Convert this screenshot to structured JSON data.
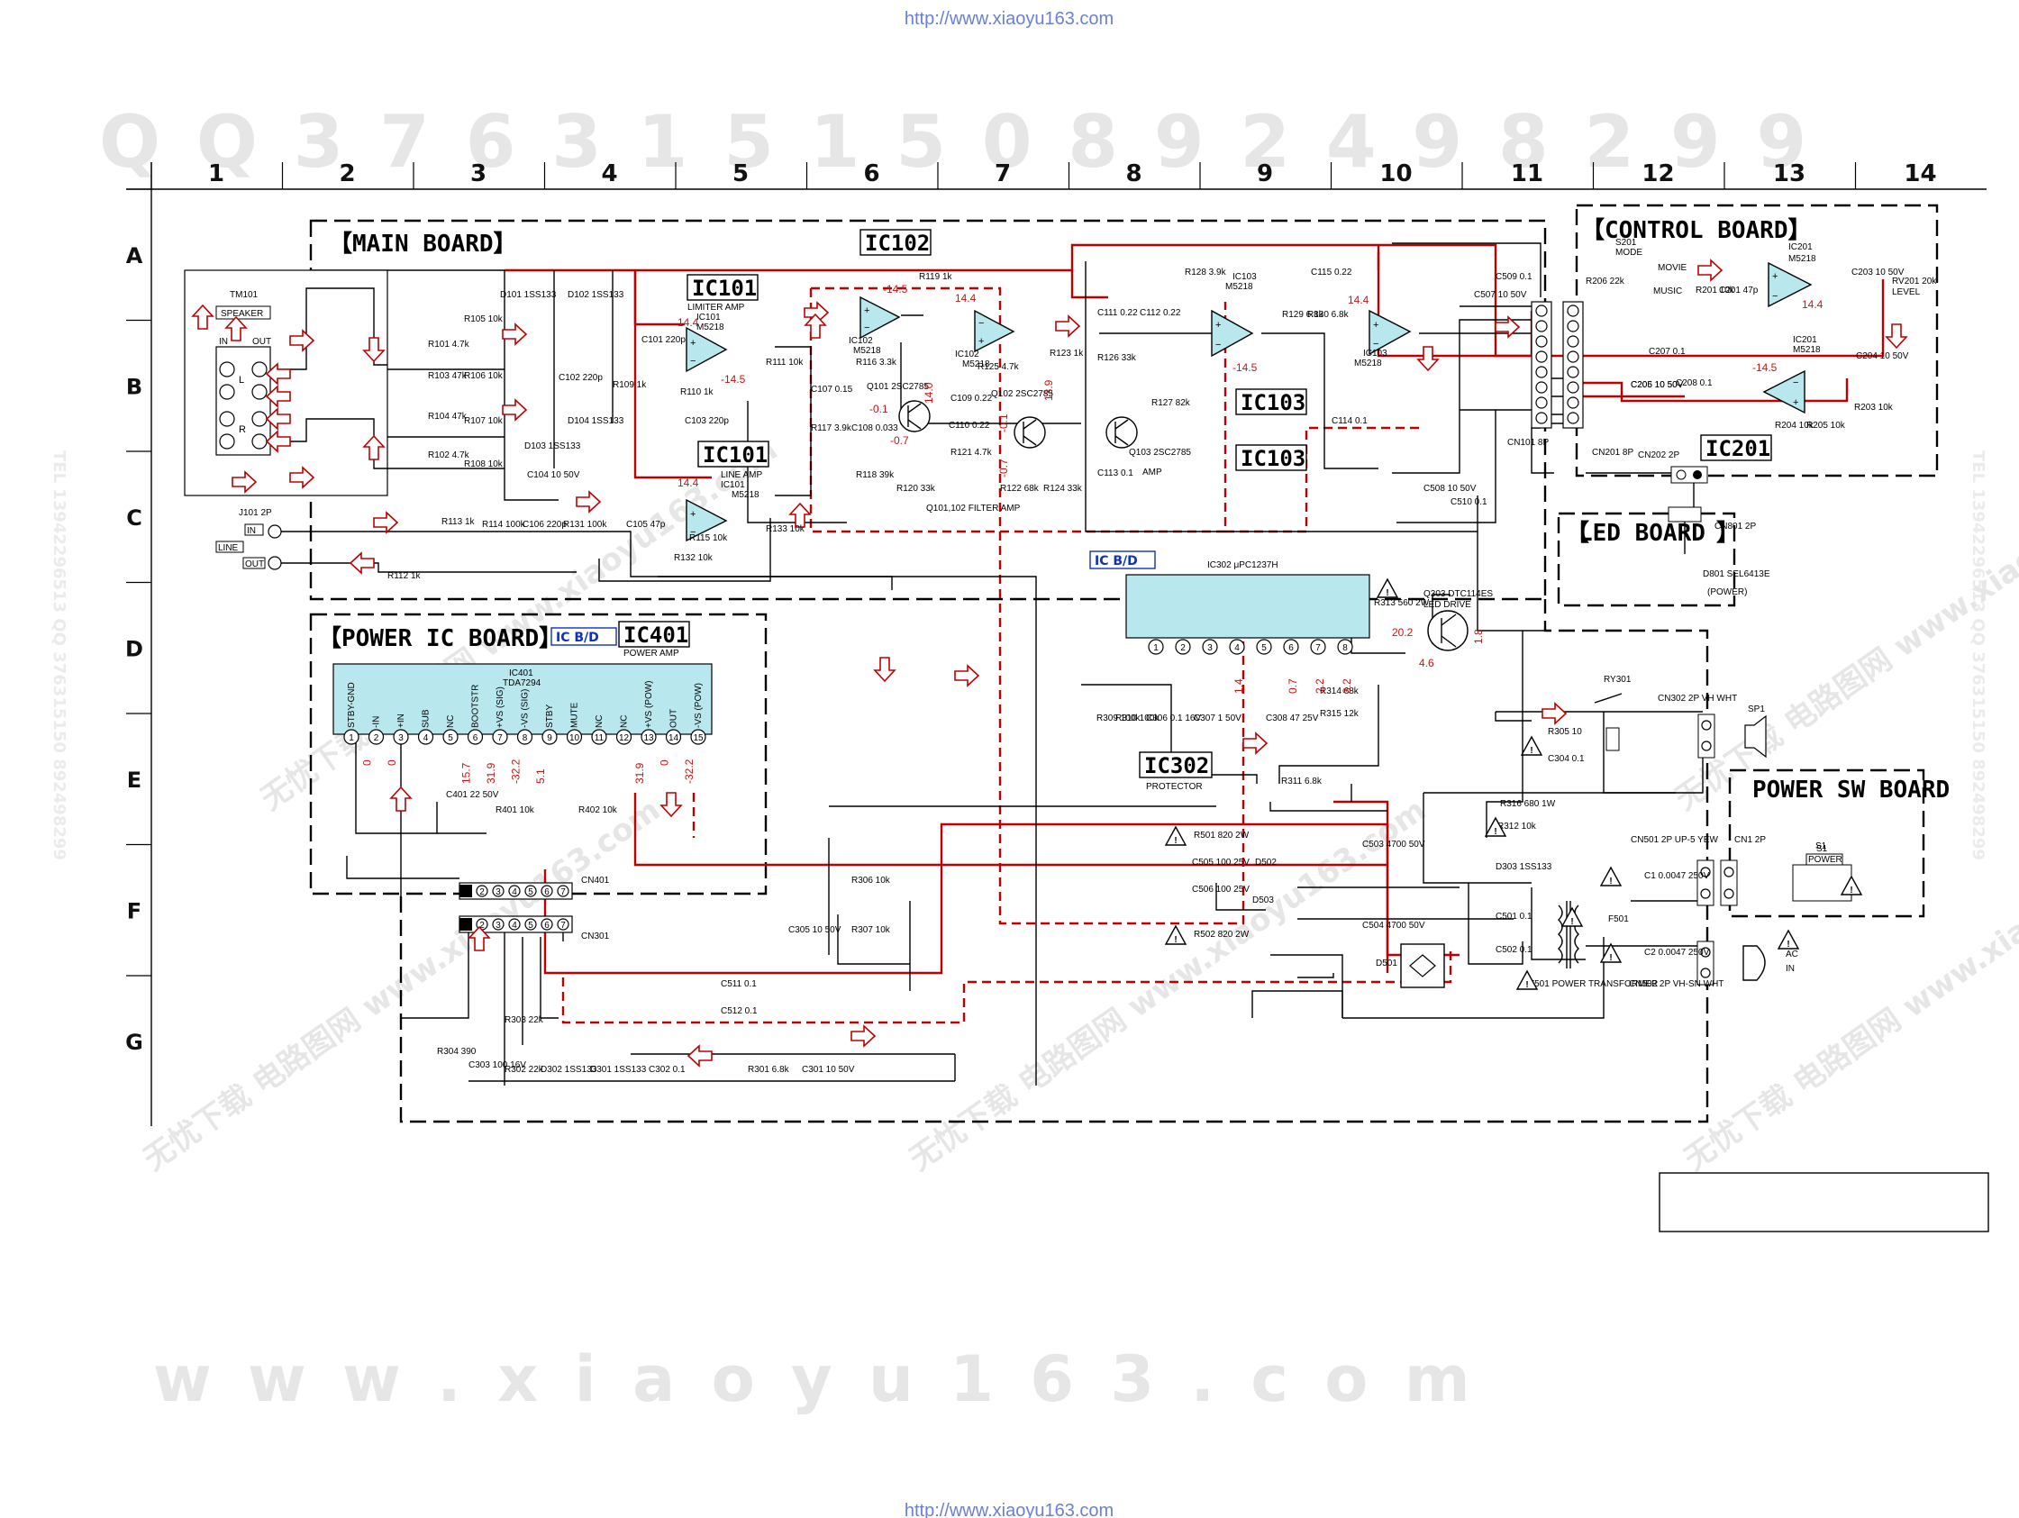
{
  "header": {
    "source_url": "http://www.xiaoyu163.com"
  },
  "footer": {
    "source_url": "http://www.xiaoyu163.com"
  },
  "watermark": {
    "top_digits": "Q Q 3 7 6 3 1 5 1 5 0 8 9 2 4 9 8 2 9 9",
    "bottom_site": "w w w . x i a o y u 1 6 3 . c o m",
    "side_left": "TEL 13942296513 QQ 376315150 892498299",
    "side_right": "TEL 13942296513 QQ 376315150 892498299",
    "diagonal_text": "无忧下载 电路图网 www.xiaoyu163.com"
  },
  "grid": {
    "columns": [
      "1",
      "2",
      "3",
      "4",
      "5",
      "6",
      "7",
      "8",
      "9",
      "10",
      "11",
      "12",
      "13",
      "14"
    ],
    "rows": [
      "A",
      "B",
      "C",
      "D",
      "E",
      "F",
      "G"
    ]
  },
  "boards": {
    "main": "【MAIN BOARD】",
    "control": "【CONTROL BOARD】",
    "power_ic": "【POWER IC BOARD】",
    "led": "LED BOARD",
    "power_sw": "POWER SW BOARD"
  },
  "ic_labels": {
    "ic101_a": "IC101",
    "ic101_b": "IC101",
    "ic102": "IC102",
    "ic103_a": "IC103",
    "ic103_b": "IC103",
    "ic201": "IC201",
    "ic302": "IC302",
    "ic401": "IC401",
    "icbd_1": "IC B/D",
    "icbd_2": "IC B/D"
  },
  "ic_captions": {
    "ic101_limiter": "LIMITER AMP",
    "ic101_limiter_ref": "IC101",
    "ic101_limiter_part": "M5218",
    "ic101_line": "LINE AMP",
    "ic101_line_ref": "IC101",
    "ic101_line_part": "M5218",
    "ic102_a_ref": "IC102",
    "ic102_a_part": "M5218",
    "ic102_b_ref": "IC102",
    "ic102_b_part": "M5218",
    "ic103_top_ref": "IC103",
    "ic103_top_part": "M5218",
    "ic103_b_ref": "IC103",
    "ic103_b_part": "M5218",
    "ic201_a_ref": "IC201",
    "ic201_a_part": "M5218",
    "ic201_b_ref": "IC201",
    "ic201_b_part": "M5218",
    "ic302_ref": "IC302 μPC1237H",
    "ic302_func": "PROTECTOR",
    "ic401_ref": "IC401",
    "ic401_part": "TDA7294",
    "ic401_func": "POWER AMP",
    "filter_amp": "Q101,102 FILTER AMP",
    "led_drive": "LED DRIVE",
    "q103_func": "AMP"
  },
  "ic401_pins": [
    "STBY-GND",
    "-IN",
    "+IN",
    "SUB",
    "NC",
    "BOOTSTR",
    "+VS (SIG)",
    "-VS (SIG)",
    "STBY",
    "MUTE",
    "NC",
    "NC",
    "+VS (POW)",
    "OUT",
    "-VS (POW)"
  ],
  "ic401_voltages": [
    "0",
    "0",
    "",
    "",
    "15.7",
    "31.9",
    "-32.2",
    "5.1",
    "",
    "",
    "",
    "31.9",
    "0",
    "-32.2"
  ],
  "ic302_voltages": [
    "1.4",
    "0.7",
    "2.2",
    "3.2"
  ],
  "opamp_voltages": {
    "ic101_top_plus": "14.4",
    "ic101_top_minus": "-14.5",
    "ic101_line_plus": "14.4",
    "ic102_plus": "-14.5",
    "ic102_b_plus": "14.4",
    "ic103_minus": "-14.5",
    "ic103_b_plus": "14.4",
    "ic201_plus": "14.4",
    "ic201_minus": "-14.5",
    "q101_e": "-0.1",
    "q101_b": "-0.7",
    "q101_c": "14.0",
    "q102_e": "-0.1",
    "q102_b": "-0.7",
    "q102_c": "13.9",
    "q303_c": "20.2",
    "q303_e": "4.6",
    "q303_b": "1.8"
  },
  "transistors": {
    "q101": "Q101 2SC2785",
    "q102": "Q102 2SC2785",
    "q103": "Q103 2SC2785",
    "q303": "Q303 DTC114ES"
  },
  "components": {
    "R105": "R105 10k",
    "R101": "R101 4.7k",
    "R103": "R103 47k",
    "R106": "R106 10k",
    "R104": "R104 47k",
    "R107": "R107 10k",
    "R102": "R102 4.7k",
    "R108": "R108 10k",
    "D101": "D101 1SS133",
    "D102": "D102 1SS133",
    "D103": "D103 1SS133",
    "D104": "D104 1SS133",
    "C102": "C102 220p",
    "R109": "R109 1k",
    "C101": "C101 220p",
    "R111": "R111 10k",
    "R110": "R110 1k",
    "C103": "C103 220p",
    "R116": "R116 3.3k",
    "R119": "R119 1k",
    "C107": "C107 0.15",
    "R117": "R117 3.9k",
    "C108": "C108 0.033",
    "R118": "R118 39k",
    "R120": "R120 33k",
    "R125": "R125 4.7k",
    "C109": "C109 0.22",
    "C110": "C110 0.22",
    "R121": "R121 4.7k",
    "R122": "R122 68k",
    "R124": "R124 33k",
    "R123": "R123 1k",
    "R128": "R128 3.9k",
    "C115": "C115 0.22",
    "C111": "C111 0.22",
    "C112": "C112 0.22",
    "R126": "R126 33k",
    "R127": "R127 82k",
    "C113": "C113 0.1",
    "C114": "C114 0.1",
    "R129": "R129 6.8k",
    "R130": "R130 6.8k",
    "C507": "C507 10 50V",
    "C509": "C509 0.1",
    "C508": "C508 10 50V",
    "C510": "C510 0.1",
    "R113": "R113 1k",
    "R114": "R114 100k",
    "C104": "C104 10 50V",
    "C106": "C106 220p",
    "R131": "R131 100k",
    "C105": "C105 47p",
    "R115": "R115 10k",
    "R132": "R132 10k",
    "R133": "R133 10k",
    "R112": "R112 1k",
    "R206": "R206 22k",
    "R201": "R201 10k",
    "C201": "C201 47p",
    "C203": "C203 10 50V",
    "RV201": "RV201 20k",
    "RV201_lbl": "LEVEL",
    "C205": "C205 10 50V",
    "C207": "C207 0.1",
    "C206": "C206 10 50V",
    "C208": "C208 0.1",
    "C204": "C204 10 50V",
    "R204": "R204 10k",
    "R205": "R205 10k",
    "R203": "R203 10k",
    "S201": "S201",
    "S201_lbl": "MODE",
    "S201_movie": "MOVIE",
    "S201_music": "MUSIC",
    "R313": "R313 560 2W",
    "R309": "R309 100k",
    "R310": "R310 100k",
    "C306": "C306 0.1 16V",
    "C307": "C307 1 50V",
    "C308": "C308 47 25V",
    "R314": "R314 68k",
    "R315": "R315 12k",
    "R311": "R311 6.8k",
    "RY301": "RY301",
    "R305": "R305 10",
    "C304": "C304 0.1",
    "R316": "R316 680 1W",
    "R312": "R312 10k",
    "D303": "D303 1SS133",
    "R306": "R306 10k",
    "R307": "R307 10k",
    "C305": "C305 10 50V",
    "C401": "C401 22 50V",
    "R401": "R401 10k",
    "R402": "R402 10k",
    "R501": "R501 820 2W",
    "R502": "R502 820 2W",
    "C505": "C505 100 25V",
    "C506": "C506 100 25V",
    "D502": "D502",
    "D503": "D503",
    "C503": "C503 4700 50V",
    "C504": "C504 4700 50V",
    "D501": "D501",
    "C501": "C501 0.1",
    "C502": "C502 0.1",
    "F501": "F501",
    "C1": "C1 0.0047 250V",
    "C2": "C2 0.0047 250V",
    "T501": "T501 POWER TRANSFORMER",
    "C511": "C511 0.1",
    "C512": "C512 0.1",
    "R303": "R303 22k",
    "R304": "R304 390",
    "C303": "C303 100 16V",
    "R302": "R302 22k",
    "D302": "D302 1SS133",
    "D301": "D301 1SS133",
    "C302": "C302 0.1",
    "R301": "R301 6.8k",
    "C301": "C301 10 50V",
    "D801": "D801 SEL6413E",
    "D801_lbl": "(POWER)",
    "S1": "S1",
    "S1_lbl": "POWER",
    "AC_IN": "AC IN"
  },
  "connectors": {
    "tm101": "TM101",
    "tm101_lbl": "SPEAKER",
    "tm101_in": "IN",
    "tm101_out": "OUT",
    "tm101_L": "L",
    "tm101_R": "R",
    "j101": "J101 2P",
    "j101_in": "IN",
    "j101_out": "OUT",
    "j101_line": "LINE",
    "cn101": "CN101 8P",
    "cn201": "CN201 8P",
    "cn202": "CN202 2P",
    "cn801": "CN801 2P",
    "cn302": "CN302 2P VH WHT",
    "sp1": "SP1",
    "cn501": "CN501 2P UP-5 YEW",
    "cn502": "CN502 2P VH-SN WHT",
    "cn1": "CN1 2P",
    "cn401": "CN401",
    "cn301": "CN301"
  },
  "colors": {
    "signal_red": "#c00000",
    "ic_fill": "#b8e8ee",
    "label_blue": "#1030c0",
    "url_blue": "#6a7fd6"
  }
}
